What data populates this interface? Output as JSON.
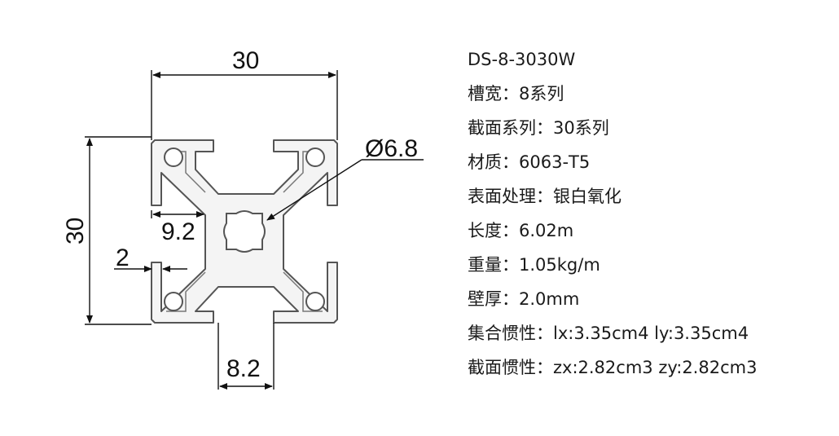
{
  "drawing": {
    "dims": {
      "top_width": "30",
      "left_height": "30",
      "hole": "Ø6.8",
      "slot_depth": "9.2",
      "wall": "2",
      "bottom_width": "8.2"
    }
  },
  "specs": {
    "model": "DS-8-3030W",
    "slot_width": "槽宽：8系列",
    "section_series": "截面系列：30系列",
    "material": "材质：6063-T5",
    "surface": "表面处理：银白氧化",
    "length": "长度：6.02m",
    "weight": "重量：1.05kg/m",
    "wall_thickness": "壁厚：2.0mm",
    "moment_inertia": "集合惯性：lx:3.35cm4 ly:3.35cm4",
    "section_inertia": "截面惯性：zx:2.82cm3 zy:2.82cm3"
  }
}
